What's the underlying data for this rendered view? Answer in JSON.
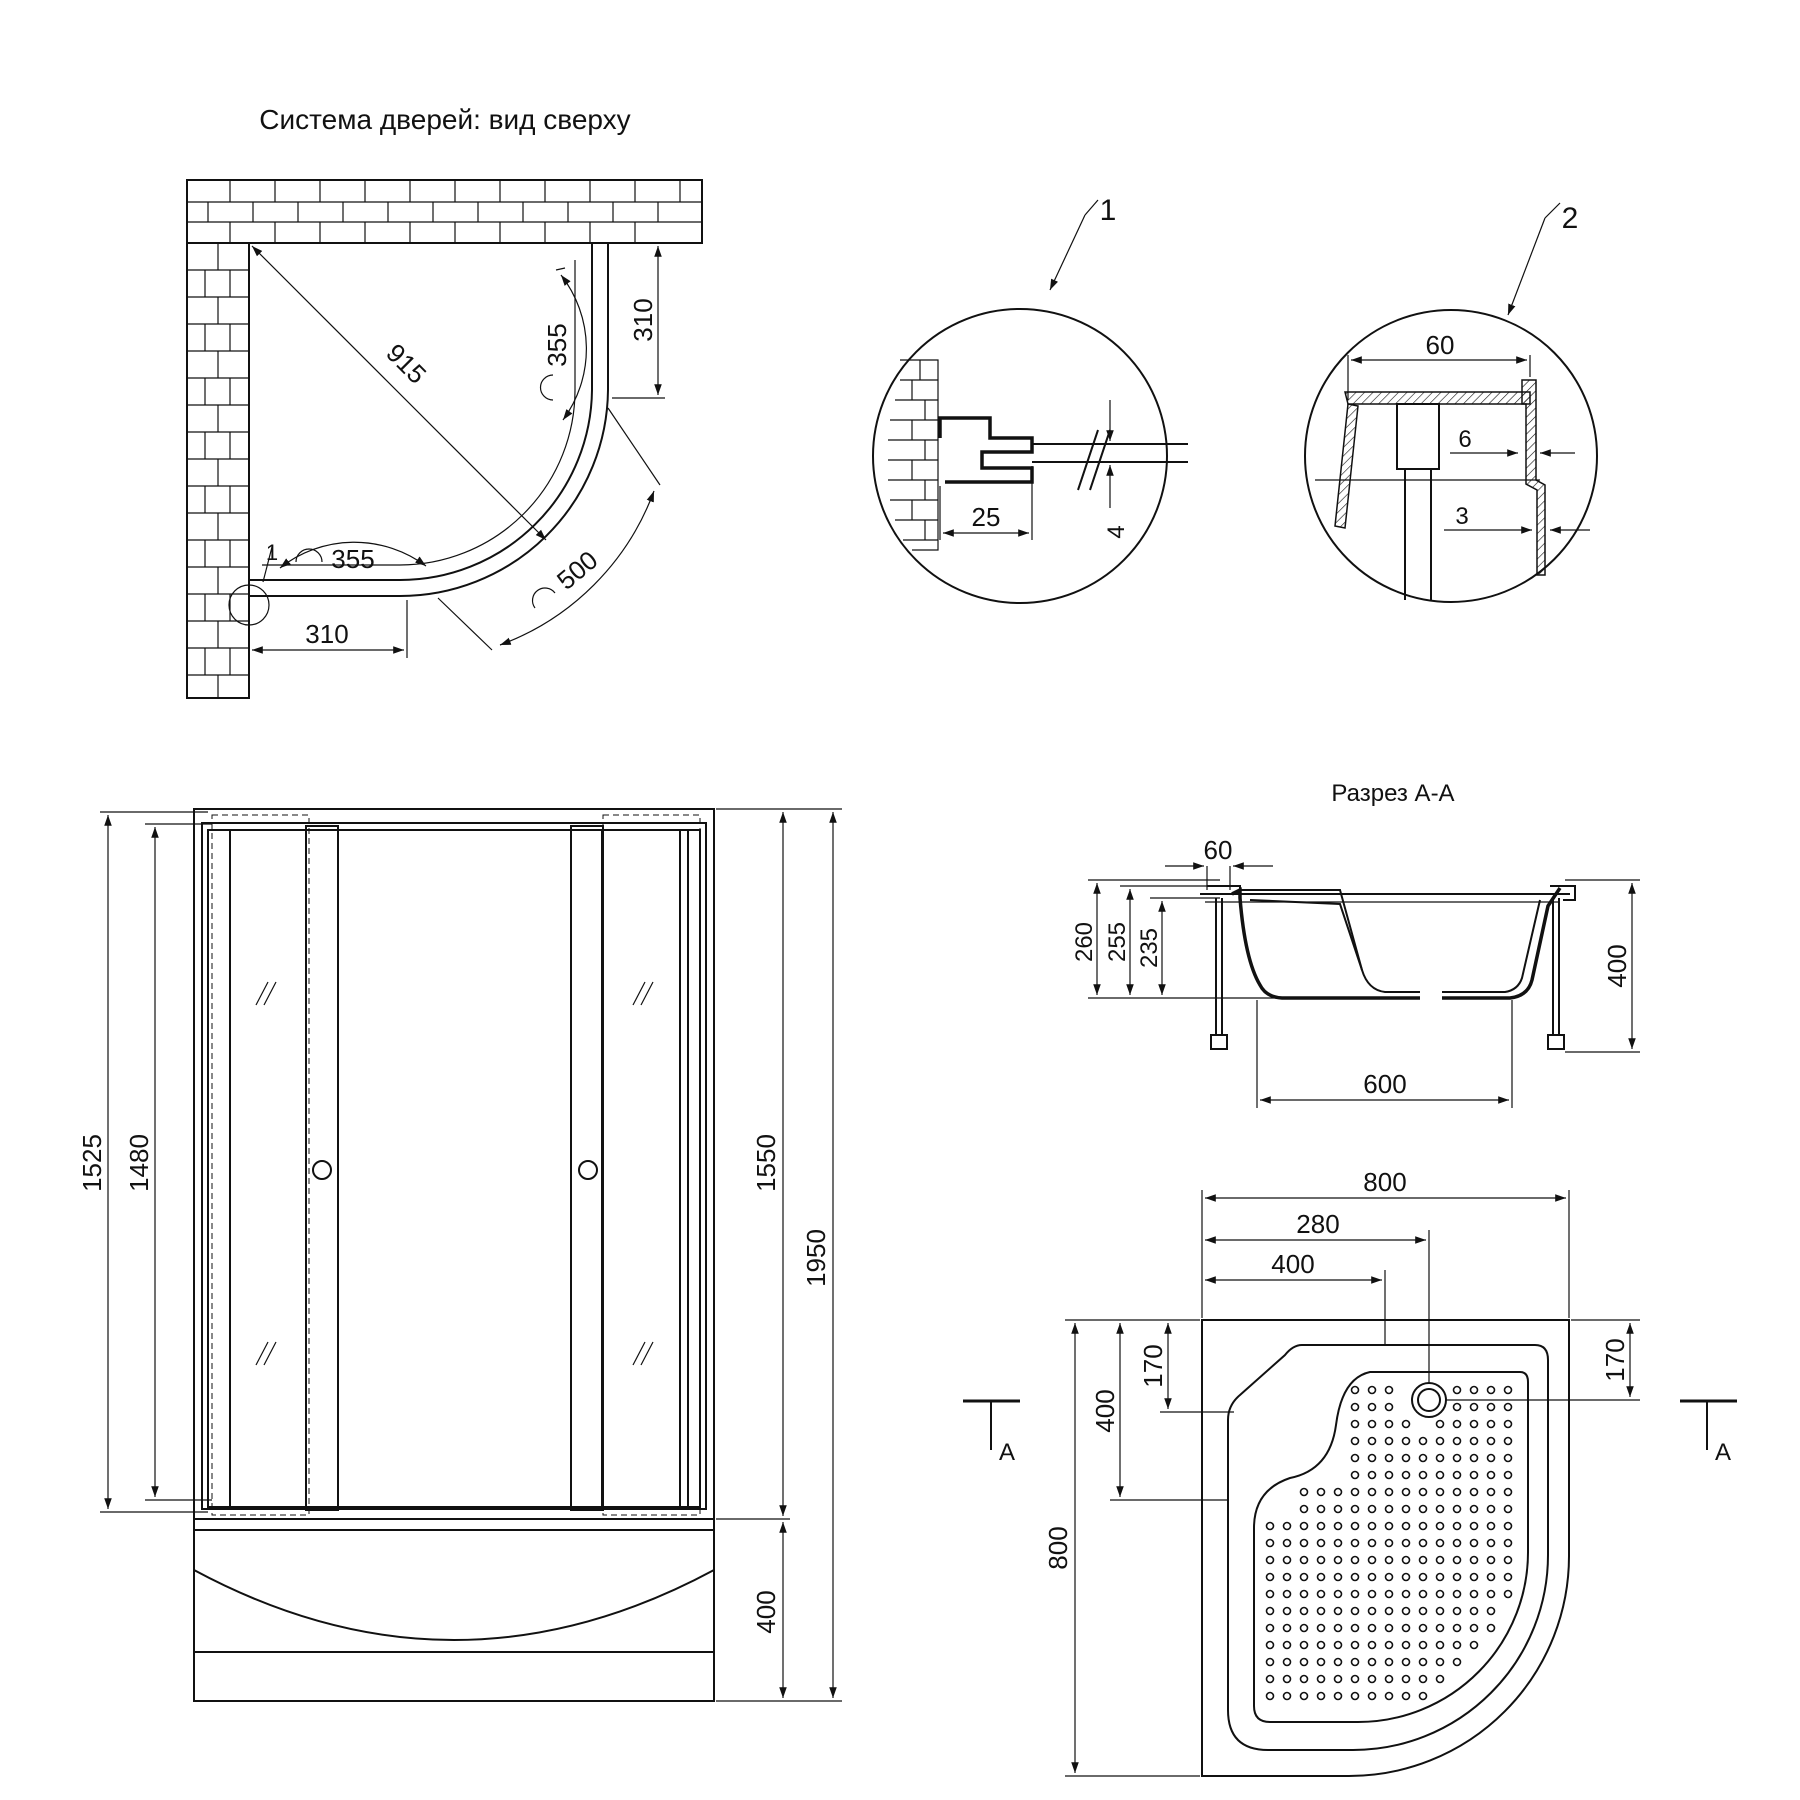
{
  "titles": {
    "top_view": "Система дверей: вид сверху",
    "section": "Разрез А-А"
  },
  "callouts": {
    "detail_1": "1",
    "detail_2": "2",
    "section_mark": "A"
  },
  "top_view_dims": {
    "diagonal": "915",
    "door_right": "355",
    "side_right": "310",
    "door_bottom": "355",
    "side_bottom": "310",
    "arc": "500",
    "small_mark": "1"
  },
  "detail1_dims": {
    "gap": "25",
    "thickness": "4"
  },
  "detail2_dims": {
    "width": "60",
    "inner": "6",
    "wall": "3"
  },
  "front_view_dims": {
    "h_inner": "1525",
    "h_glass": "1480",
    "h_panel": "1550",
    "h_total": "1950",
    "h_tray": "400"
  },
  "section_dims": {
    "top_width": "60",
    "h_260": "260",
    "h_255": "255",
    "h_235": "235",
    "h_total": "400",
    "bottom": "600"
  },
  "tray_plan_dims": {
    "width": "800",
    "drain_x": "280",
    "shelf": "400",
    "left_170": "170",
    "left_400": "400",
    "height": "800",
    "right_170": "170"
  }
}
